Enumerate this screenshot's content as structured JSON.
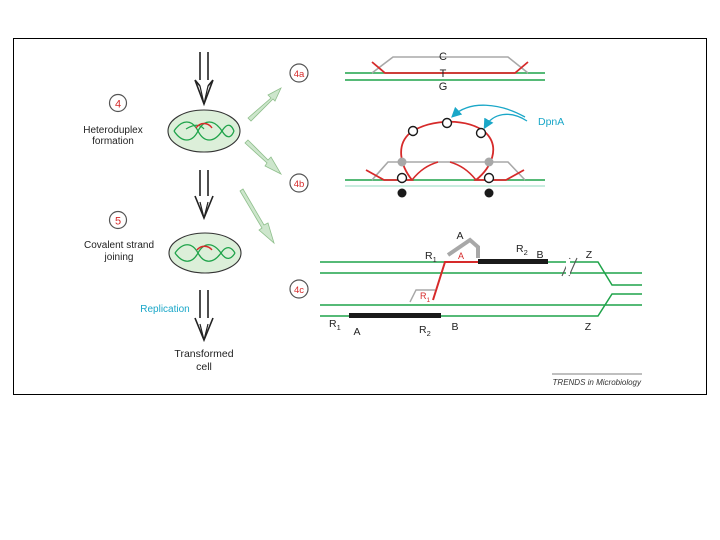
{
  "colors": {
    "green": "#1fa34a",
    "red": "#d62a2a",
    "grey": "#a8a8a8",
    "black": "#1a1a1a",
    "cyan": "#1aa7c8",
    "cell_fill": "#dcefd9",
    "arrow_fill": "#cde6cc"
  },
  "left_column": {
    "step4_number": "4",
    "step4_label_line1": "Heteroduplex",
    "step4_label_line2": "formation",
    "step5_number": "5",
    "step5_label_line1": "Covalent strand",
    "step5_label_line2": "joining",
    "replication_label": "Replication",
    "result_line1": "Transformed",
    "result_line2": "cell"
  },
  "outcomes": {
    "a_badge": "4a",
    "b_badge": "4b",
    "c_badge": "4c"
  },
  "panel_4a": {
    "top_base": "C",
    "middle_base": "T",
    "bottom_base": "G"
  },
  "panel_4b": {
    "enzyme_label": "DpnA"
  },
  "panel_4c": {
    "a_top": "A",
    "r1_top": "R",
    "r1_top_sub": "1",
    "a_red": "A",
    "r2_top": "R",
    "r2_top_sub": "2",
    "b_top": "B",
    "z_top": "Z",
    "r1_red": "R",
    "r1_red_sub": "1",
    "r1_bottom": "R",
    "r1_bottom_sub": "1",
    "a_bottom": "A",
    "r2_bottom": "R",
    "r2_bottom_sub": "2",
    "b_bottom": "B",
    "z_bottom": "Z"
  },
  "footer": {
    "source": "TRENDS in Microbiology"
  }
}
